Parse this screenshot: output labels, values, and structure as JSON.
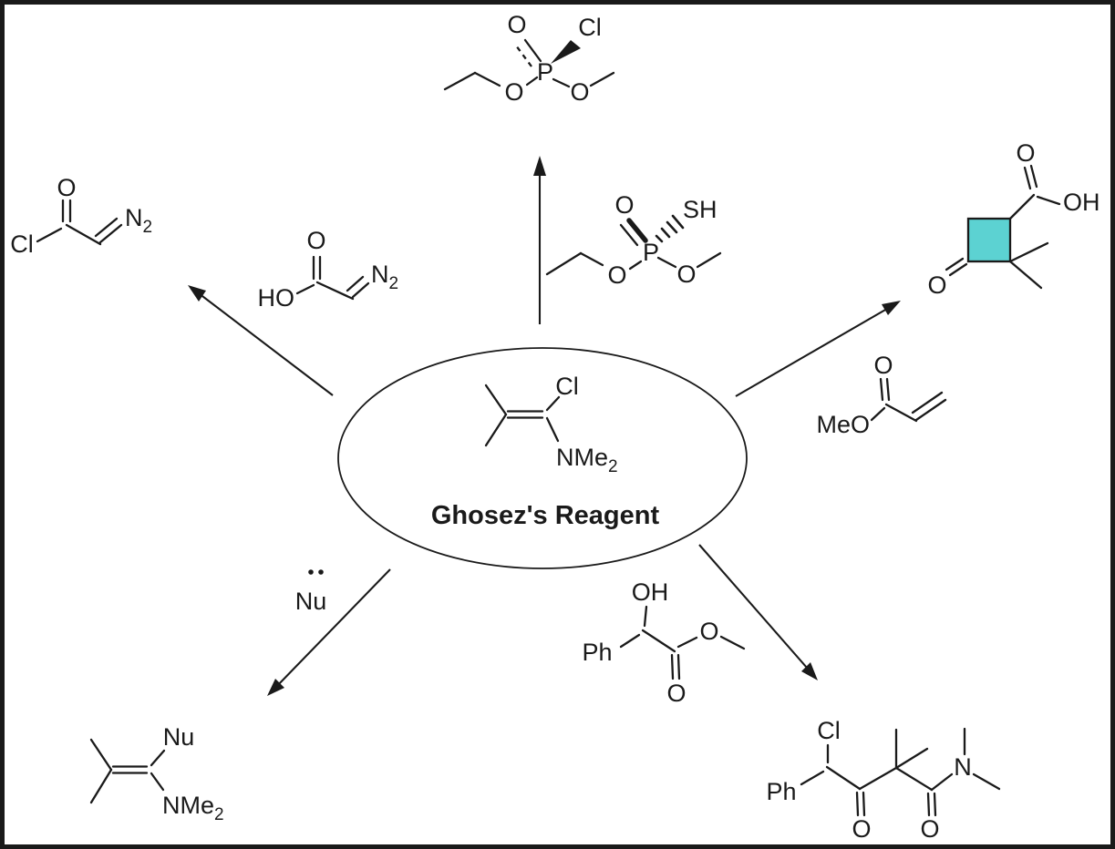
{
  "frame": {
    "background": "#ffffff",
    "border_color": "#1a1a1a"
  },
  "center": {
    "label": "Ghosez's Reagent",
    "atoms": {
      "cl": "Cl",
      "n_me": "NMe",
      "n_me_sub": "2"
    }
  },
  "top_product": {
    "atoms": {
      "o_double": "O",
      "cl": "Cl",
      "p": "P",
      "o_left": "O",
      "o_right": "O"
    }
  },
  "top_reagent": {
    "atoms": {
      "o_double": "O",
      "sh": "SH",
      "p": "P",
      "o_left": "O",
      "o_right": "O"
    }
  },
  "top_left_product": {
    "atoms": {
      "o": "O",
      "cl": "Cl",
      "n": "N",
      "n_sub": "2"
    }
  },
  "top_left_reagent": {
    "atoms": {
      "o": "O",
      "ho": "HO",
      "n": "N",
      "n_sub": "2"
    }
  },
  "top_right_product": {
    "ring_fill": "#5cd2d2",
    "atoms": {
      "o_acid": "O",
      "oh": "OH",
      "o_ketone": "O"
    }
  },
  "right_reagent": {
    "atoms": {
      "meo": "MeO",
      "o": "O"
    }
  },
  "bottom_left_label": {
    "nu": "Nu"
  },
  "bottom_left_product": {
    "atoms": {
      "nu": "Nu",
      "n_me": "NMe",
      "n_me_sub": "2"
    }
  },
  "bottom_reagent": {
    "atoms": {
      "oh": "OH",
      "ph": "Ph",
      "o_ester": "O",
      "o_carbonyl": "O"
    }
  },
  "bottom_right_product": {
    "atoms": {
      "cl": "Cl",
      "ph": "Ph",
      "n": "N",
      "o_ketone": "O",
      "o_amide": "O"
    }
  }
}
